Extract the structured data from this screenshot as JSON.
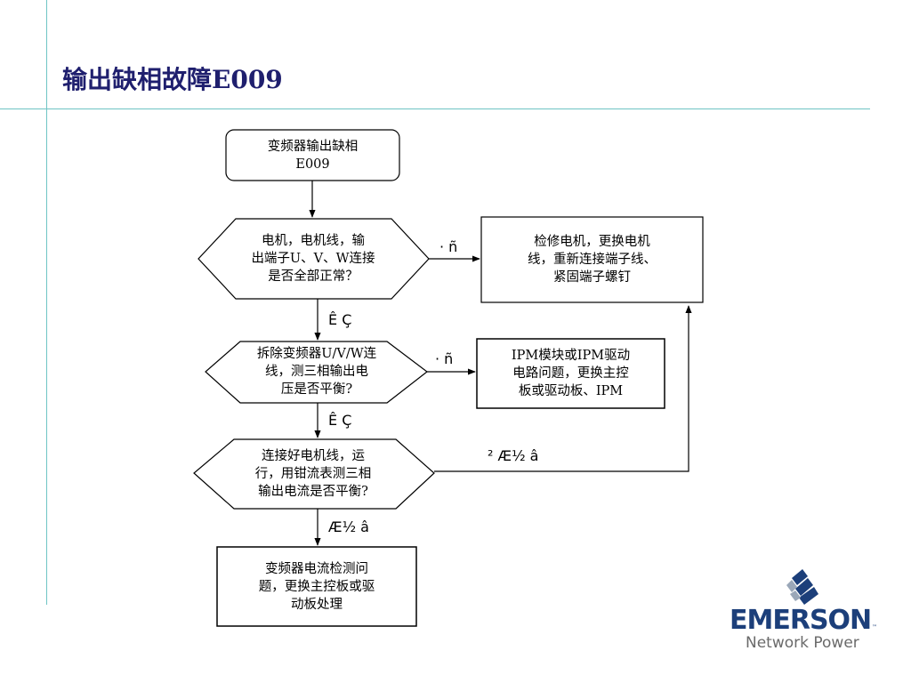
{
  "page": {
    "title": "输出缺相故障E009"
  },
  "nodes": {
    "start": "变频器输出缺相\nE009",
    "check_motor": "电机，电机线，输\n出端子U、V、W连接\n是否全部正常？",
    "fix_motor": "检修电机，更换电机\n线，重新连接端子线、\n紧固端子螺钉",
    "check_voltage": "拆除变频器U/V/W连\n线，测三相输出电\n压是否平衡?",
    "fix_ipm": "IPM模块或IPM驱动\n电路问题，更换主控\n板或驱动板、IPM",
    "check_current": "连接好电机线，运\n行，用钳流表测三相\n输出电流是否平衡?",
    "fix_current": "变频器电流检测问\n题，更换主控板或驱\n动板处理"
  },
  "edges": {
    "no_1": "· ñ",
    "yes_1": "Ê Ç",
    "no_2": "· ñ",
    "yes_2": "Ê Ç",
    "unbalanced": "² Æ½ â",
    "balanced": "Æ½ â"
  },
  "brand": {
    "name": "EMERSON",
    "tm": "™",
    "sub": "Network Power",
    "color": "#1c3f7a"
  }
}
